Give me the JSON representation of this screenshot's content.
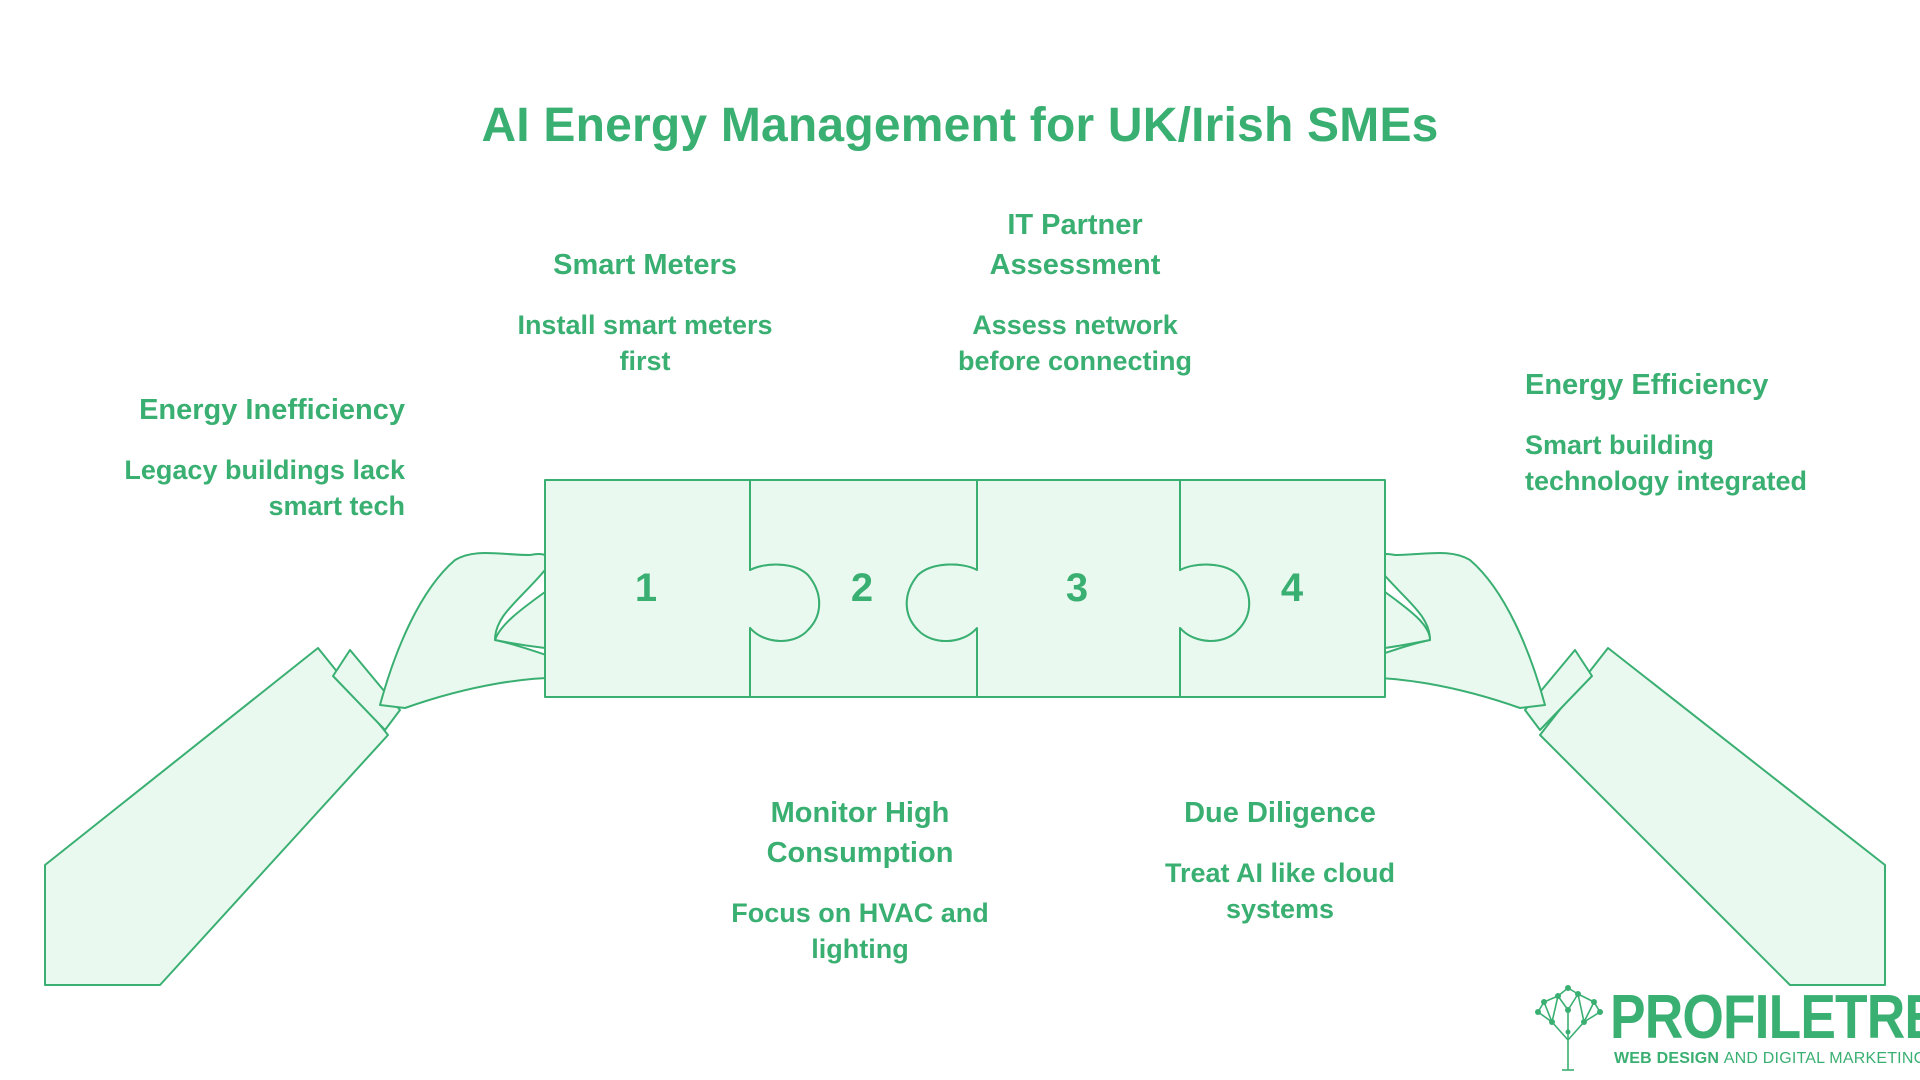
{
  "title": "AI Energy Management for UK/Irish SMEs",
  "colors": {
    "accent": "#3aaf72",
    "fill": "#eaf9f0",
    "stroke": "#3aaf72"
  },
  "pieces": [
    {
      "number": "1"
    },
    {
      "number": "2"
    },
    {
      "number": "3"
    },
    {
      "number": "4"
    }
  ],
  "blocks": {
    "inefficiency": {
      "heading": "Energy Inefficiency",
      "description": "Legacy buildings lack smart tech"
    },
    "smart_meters": {
      "heading": "Smart Meters",
      "description": "Install smart meters first"
    },
    "it_partner": {
      "heading": "IT Partner Assessment",
      "description": "Assess network before connecting"
    },
    "efficiency": {
      "heading": "Energy Efficiency",
      "description": "Smart building technology integrated"
    },
    "monitor": {
      "heading": "Monitor High Consumption",
      "description": "Focus on HVAC and lighting"
    },
    "due_diligence": {
      "heading": "Due Diligence",
      "description": "Treat AI like cloud systems"
    }
  },
  "logo": {
    "word_profile": "PROFILE",
    "word_tree": "TREE",
    "tagline_a": "WEB DESIGN",
    "tagline_b": "AND DIGITAL MARKETING",
    "icon": "tree-network-icon"
  }
}
